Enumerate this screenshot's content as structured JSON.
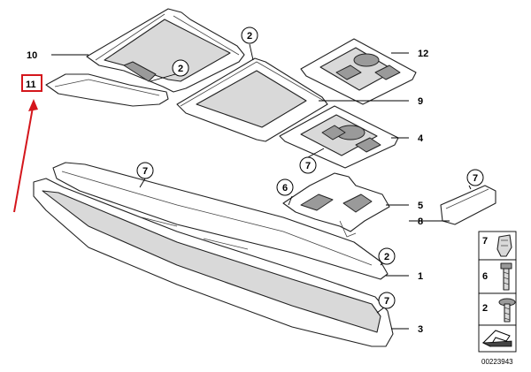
{
  "diagram": {
    "callouts": {
      "c2a": "2",
      "c2b": "2",
      "c2c": "2",
      "c7a": "7",
      "c7b": "7",
      "c7c": "7",
      "c7d": "7",
      "c6": "6"
    },
    "part_labels": {
      "p10": "10",
      "p11": "11",
      "p12": "12",
      "p9": "9",
      "p4": "4",
      "p5": "5",
      "p8": "8",
      "p1": "1",
      "p3": "3"
    },
    "legend": {
      "item7": "7",
      "item6": "6",
      "item2": "2"
    },
    "document_number": "00223943"
  }
}
